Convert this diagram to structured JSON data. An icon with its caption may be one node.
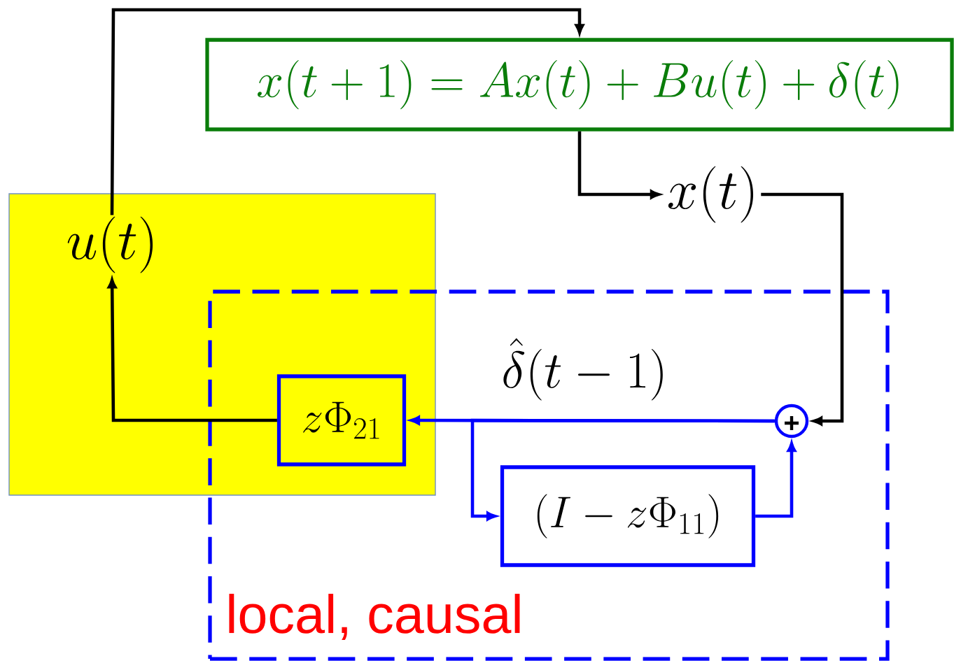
{
  "diagram": {
    "nodes": [
      {
        "text": [
          "x(t+1)=Ax(t)+Bu(t)+\\delta(t)"
        ]
      },
      {
        "text": [
          "x(t)"
        ]
      },
      {
        "text": [],
        "shape": "box"
      },
      {
        "text": [
          "u(t)"
        ],
        "in": 2
      },
      {
        "text": [
          "local, causal"
        ]
      },
      {
        "text": [
          "z\\Phi_{21}"
        ]
      },
      {
        "text": [],
        "shape": "circle",
        "in": 4
      },
      {
        "text": [
          "\\left(I-z\\Phi_{11}\\right)"
        ],
        "in": 4
      }
    ],
    "edges": [
      {
        "from": 3,
        "to": 0,
        "arrow": "to"
      },
      {
        "from": 0,
        "to": 1,
        "arrow": "to"
      },
      {
        "from": 1,
        "to": 6,
        "arrow": "to"
      },
      {
        "from": 6,
        "to": 5,
        "arrow": "to",
        "label": "\\hat{\\delta}(t-1)",
        "color": "#0000ff"
      },
      {
        "from": 5,
        "to": 3,
        "arrow": "to"
      },
      {
        "from": 6,
        "to": 7,
        "arrow": "to",
        "color": "#0000ff"
      },
      {
        "from": 7,
        "to": 6,
        "arrow": "to",
        "color": "#0000ff"
      }
    ]
  }
}
